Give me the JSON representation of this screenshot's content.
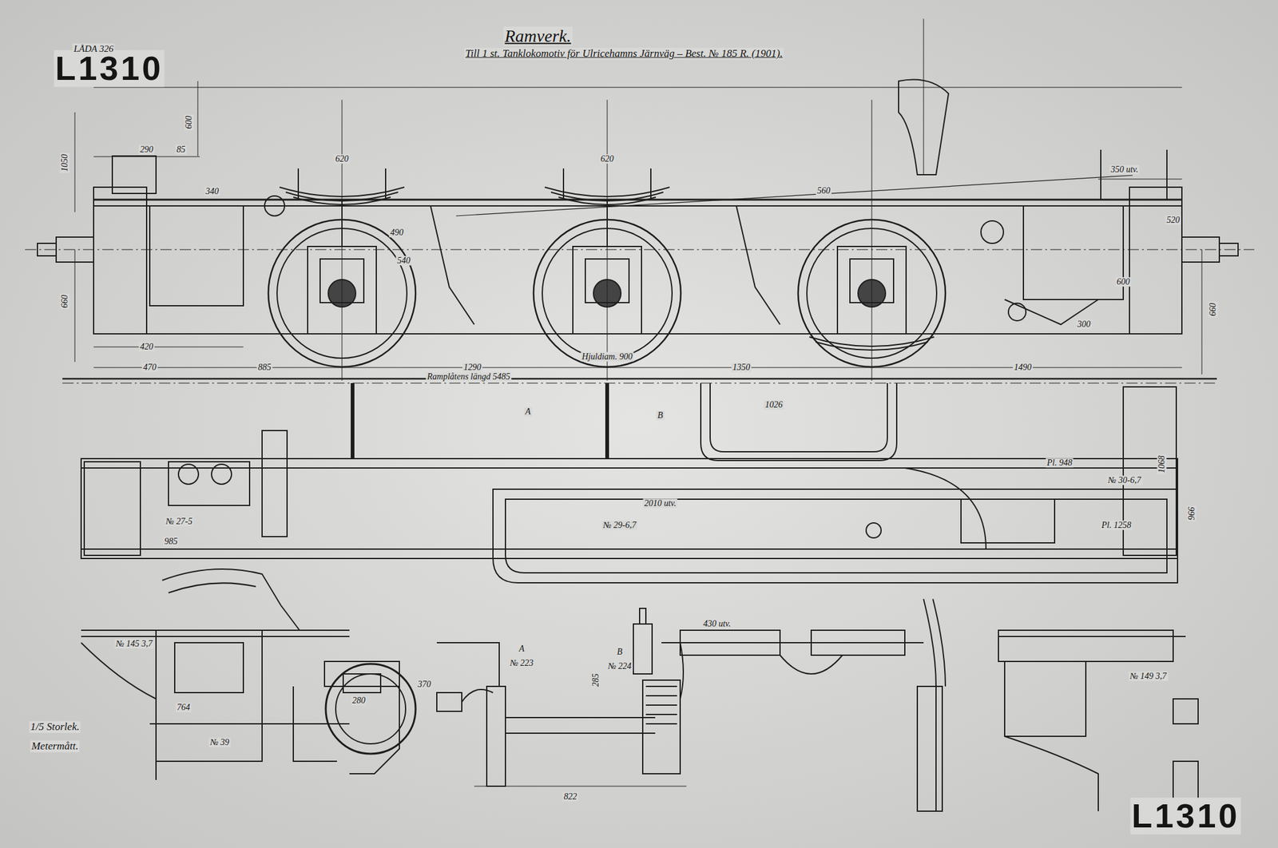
{
  "diagram": {
    "title": "Ramverk.",
    "caption": "Till 1 st. Tanklokomotiv för Ulricehamns Järnväg – Best. № 185 R. (1901).",
    "labels": [
      "L1310",
      "LÅDA 326",
      "1/5 Storlek.",
      "Metermått.",
      "L1310",
      "290",
      "85",
      "620",
      "620",
      "350 utv.",
      "1050",
      "600",
      "660",
      "660",
      "340",
      "490",
      "540",
      "560",
      "520",
      "600",
      "300",
      "420",
      "470",
      "885",
      "1290",
      "1350",
      "1490",
      "Hjuldiam. 900",
      "Ramplåtens längd 5485",
      "1026",
      "Pl. 948",
      "№ 30-6,7",
      "1068",
      "966",
      "Pl. 1258",
      "2010 utv.",
      "№ 29-6,7",
      "№ 27-5",
      "985",
      "№ 145 3,7",
      "764",
      "№ 39",
      "280",
      "370",
      "A",
      "№ 223",
      "B",
      "№ 224",
      "285",
      "430 utv.",
      "822",
      "№ 149 3,7",
      "A",
      "B"
    ]
  }
}
